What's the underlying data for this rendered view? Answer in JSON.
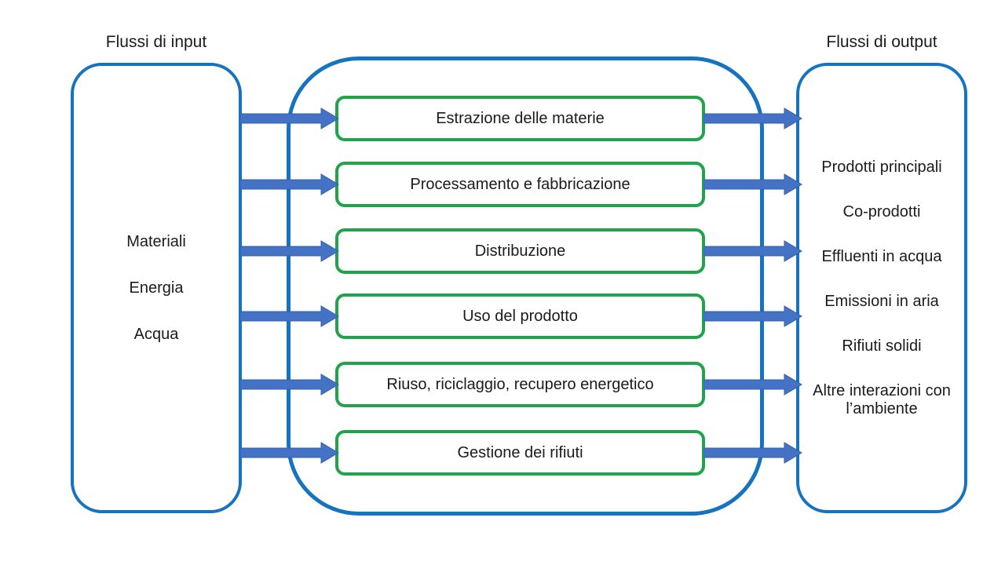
{
  "input": {
    "title": "Flussi di input",
    "items": [
      "Materiali",
      "Energia",
      "Acqua"
    ]
  },
  "stages": [
    "Estrazione delle materie",
    "Processamento e fabbricazione",
    "Distribuzione",
    "Uso del prodotto",
    "Riuso, riciclaggio, recupero energetico",
    "Gestione dei rifiuti"
  ],
  "output": {
    "title": "Flussi di output",
    "items": [
      "Prodotti principali",
      "Co-prodotti",
      "Effluenti in acqua",
      "Emissioni in aria",
      "Rifiuti solidi",
      "Altre interazioni con l’ambiente"
    ]
  },
  "colors": {
    "frame_blue": "#1673C0",
    "stage_green": "#21A34B",
    "arrow_fill": "#4472C4",
    "arrow_stroke": "#3661AD",
    "text": "#1b1b1b",
    "background": "#FFFFFF"
  }
}
